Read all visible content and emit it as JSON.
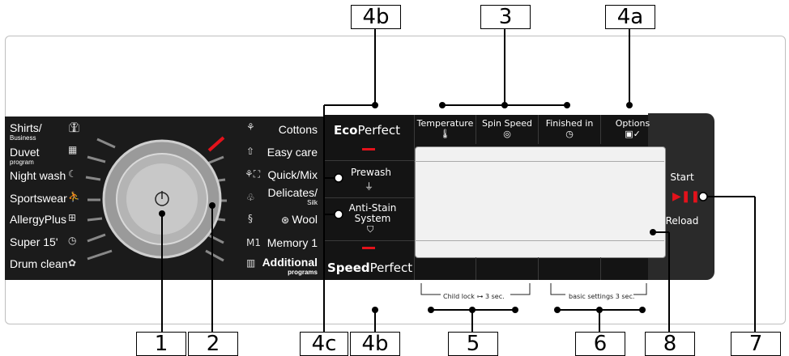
{
  "programs_left": [
    {
      "label": "Shirts/",
      "sub": "Business",
      "icon": "shirt-icon"
    },
    {
      "label": "Duvet",
      "sub": "program",
      "icon": "duvet-icon"
    },
    {
      "label": "Night wash",
      "sub": "",
      "icon": "moon-icon"
    },
    {
      "label": "Sportswear",
      "sub": "",
      "icon": "sport-icon"
    },
    {
      "label": "AllergyPlus",
      "sub": "",
      "icon": "allergy-icon"
    },
    {
      "label": "Super 15'",
      "sub": "",
      "icon": "timer-icon"
    },
    {
      "label": "Drum clean",
      "sub": "",
      "icon": "drum-icon"
    }
  ],
  "programs_right": [
    {
      "label": "Cottons",
      "sub": "",
      "icon": "cotton-icon"
    },
    {
      "label": "Easy care",
      "sub": "",
      "icon": "easycare-icon"
    },
    {
      "label": "Quick/Mix",
      "sub": "",
      "icon": "quickmix-icon"
    },
    {
      "label": "Delicates/",
      "sub": "Silk",
      "icon": "delicates-icon"
    },
    {
      "label": "Wool",
      "sub": "",
      "icon": "wool-icon"
    },
    {
      "label": "Memory 1",
      "sub": "",
      "icon": "memory-icon"
    },
    {
      "label": "Additional",
      "sub": "programs",
      "icon": "additional-icon"
    }
  ],
  "eco_perfect": {
    "bold": "Eco",
    "rest": "Perfect"
  },
  "speed_perfect": {
    "bold": "Speed",
    "rest": "Perfect"
  },
  "prewash": "Prewash",
  "anti_stain": {
    "line1": "Anti-Stain",
    "line2": "System"
  },
  "top_buttons": [
    "Temperature",
    "Spin Speed",
    "Finished in",
    "Options"
  ],
  "start": "Start",
  "reload": "Reload",
  "child_lock": "Child lock",
  "child_lock_time": "3 sec.",
  "basic_settings": "basic settings 3 sec.",
  "callouts": {
    "top_4b": "4b",
    "top_3": "3",
    "top_4a": "4a",
    "bottom_1": "1",
    "bottom_2": "2",
    "bottom_4c": "4c",
    "bottom_4b": "4b",
    "bottom_5": "5",
    "bottom_6": "6",
    "bottom_8": "8",
    "bottom_7": "7"
  },
  "colors": {
    "panel_dark": "#1b1b1b",
    "accent_red": "#e3121b",
    "display": "#f1f1f1"
  }
}
